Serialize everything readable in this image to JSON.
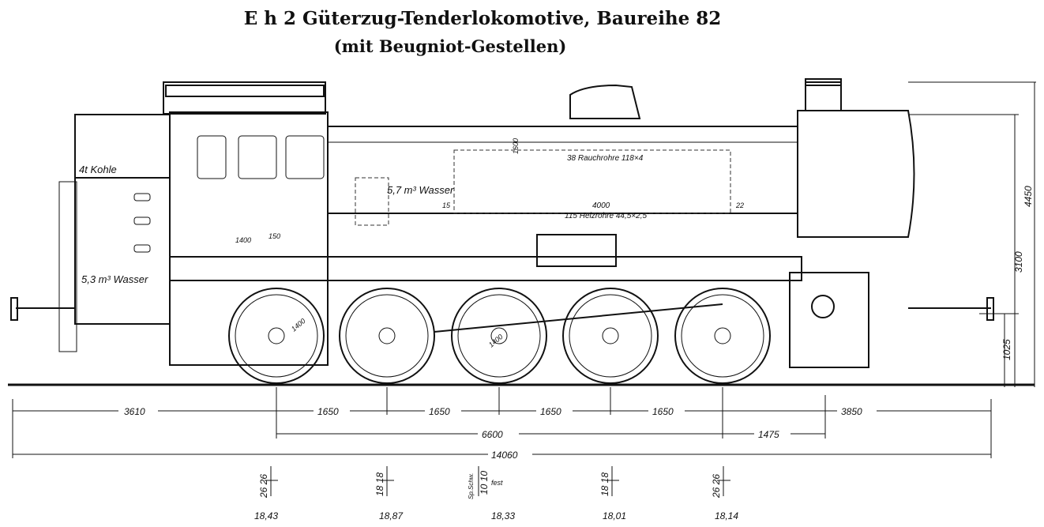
{
  "title": "E h 2 Güterzug-Tenderlokomotive, Baureihe 82",
  "subtitle": "(mit Beugniot-Gestellen)",
  "labels": {
    "coal": "4t Kohle",
    "water_side": "5,7 m³ Wasser",
    "water_rear": "5,3 m³ Wasser",
    "smoke_tubes": "38 Rauchrohre 118×4",
    "heat_tubes": "115 Heizrohre 44,5×2,5",
    "tube_length": "4000",
    "tube_left": "15",
    "tube_right": "22",
    "boiler_dim": "1600",
    "dim_1400": "1400",
    "dim_150": "150",
    "wheel_dia": "1400",
    "wheel_dia2": "1400"
  },
  "dimensions": {
    "row1": [
      "3610",
      "1650",
      "1650",
      "1650",
      "1650",
      "3850"
    ],
    "row2": [
      "6600",
      "1475"
    ],
    "total": "14060",
    "height_total": "4450",
    "height_boiler": "3100",
    "height_buffer": "1025"
  },
  "axles": [
    {
      "play": "26 26",
      "load": "18,43"
    },
    {
      "play": "18 18",
      "load": "18,87"
    },
    {
      "play": "10 10",
      "note": "Sp.Schw.",
      "fixed": "fest",
      "load": "18,33"
    },
    {
      "play": "18 18",
      "load": "18,01"
    },
    {
      "play": "26 26",
      "load": "18,14"
    }
  ]
}
